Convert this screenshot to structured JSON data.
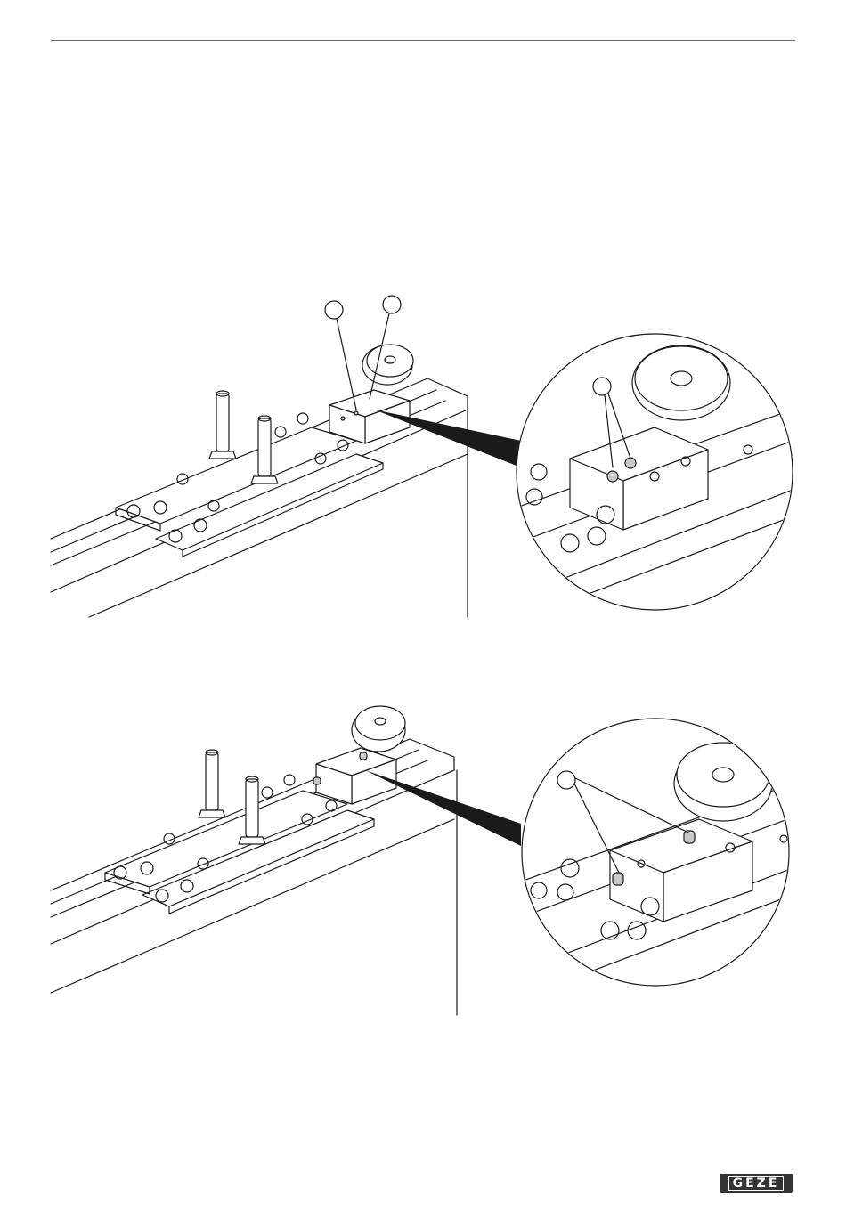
{
  "header": {
    "rule_color": "#6a6a6a"
  },
  "figures": [
    {
      "id": "fig1",
      "callouts": [
        "",
        ""
      ],
      "detail_callouts": [
        ""
      ]
    },
    {
      "id": "fig2",
      "callouts": [],
      "detail_callouts": [
        ""
      ]
    }
  ],
  "footer": {
    "logo": "GEZE"
  },
  "colors": {
    "line": "#1a1a1a",
    "shade": "#c9c9c9",
    "bg": "#ffffff"
  }
}
